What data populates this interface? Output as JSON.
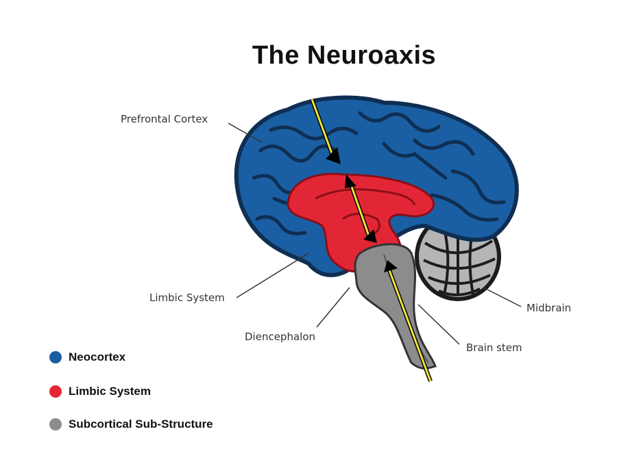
{
  "title": "The Neuroaxis",
  "labels": {
    "prefrontal": "Prefrontal Cortex",
    "limbic": "Limbic System",
    "diencephalon": "Diencephalon",
    "midbrain": "Midbrain",
    "brainstem": "Brain stem"
  },
  "legend": [
    {
      "label": "Neocortex",
      "color": "#1a5fa3"
    },
    {
      "label": "Limbic System",
      "color": "#e32636"
    },
    {
      "label": "Subcortical Sub-Structure",
      "color": "#8c8c8c"
    }
  ],
  "colors": {
    "neocortex": "#1a5fa3",
    "limbic": "#e32636",
    "subcortical": "#8c8c8c",
    "arrow": "#f2e33a"
  }
}
